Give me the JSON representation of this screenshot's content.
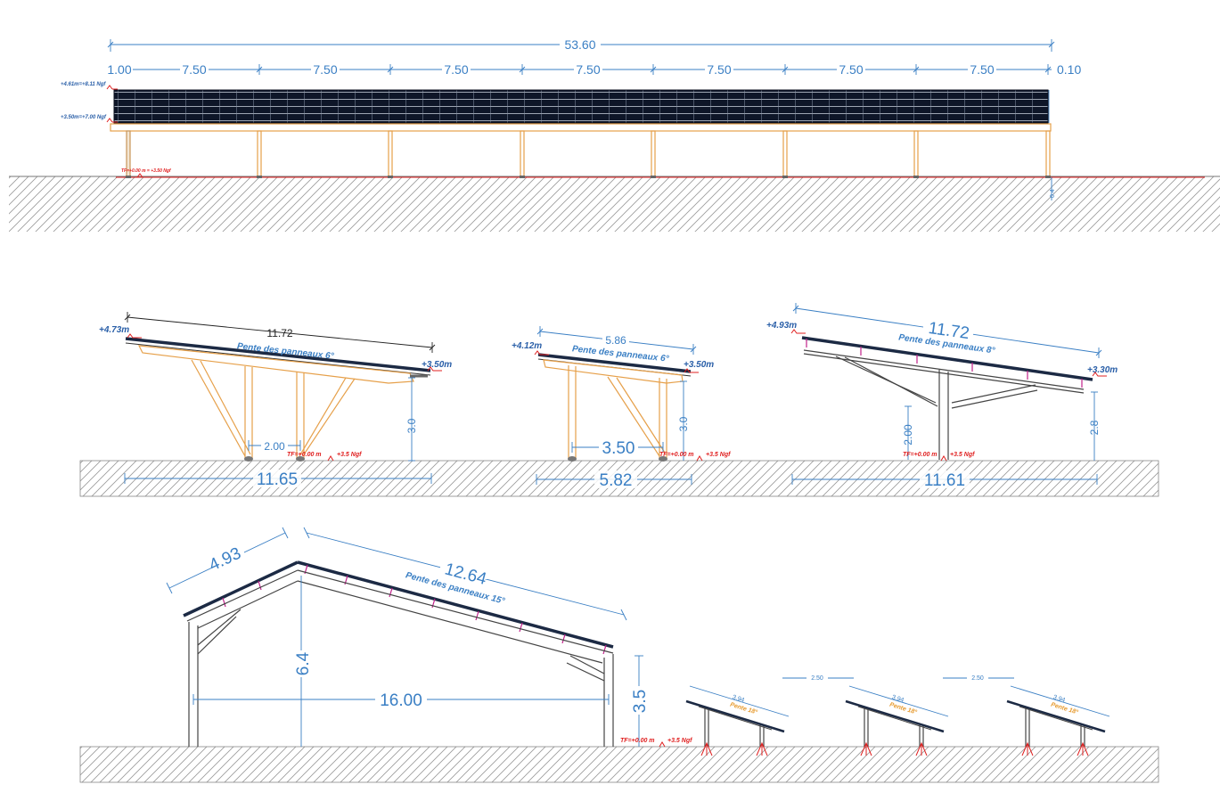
{
  "elevation": {
    "total": "53.60",
    "start": "1.00",
    "spans": [
      "7.50",
      "7.50",
      "7.50",
      "7.50",
      "7.50",
      "7.50",
      "7.50"
    ],
    "end": "0.10",
    "level_top": "+4.61m=+8.11 Ngf",
    "level_low": "+3.50m=+7.00 Ngf",
    "ground": "TF=+0.00 m = +3.50 Ngf",
    "depth": "0.4"
  },
  "section_a": {
    "length": "11.72",
    "high": "+4.73m",
    "low": "+3.50m",
    "slope": "Pente des panneaux 6°",
    "post_gap": "2.00",
    "height": "3.0",
    "base": "11.65",
    "tf": "TF=+0.00 m",
    "ngf": "+3.5 Ngf"
  },
  "section_b": {
    "length": "5.86",
    "high": "+4.12m",
    "low": "+3.50m",
    "slope": "Pente des panneaux 6°",
    "post_gap": "3.50",
    "height": "3.0",
    "base": "5.82",
    "tf": "TF=+0.00 m",
    "ngf": "+3.5 Ngf"
  },
  "section_c": {
    "length": "11.72",
    "high": "+4.93m",
    "low": "+3.30m",
    "slope": "Pente des panneaux 8°",
    "post_height": "2.00",
    "height": "2.8",
    "base": "11.61",
    "tf": "TF=+0.00 m",
    "ngf": "+3.5 Ngf"
  },
  "section_d": {
    "short": "4.93",
    "long": "12.64",
    "slope": "Pente des panneaux 15°",
    "ridge": "6.4",
    "eave": "3.5",
    "span": "16.00",
    "tf": "TF=+0.00 m",
    "ngf": "+3.5 Ngf"
  },
  "ground_mounts": {
    "panel": "3.94",
    "slope": "Pente 18°",
    "gap": "2.50"
  }
}
